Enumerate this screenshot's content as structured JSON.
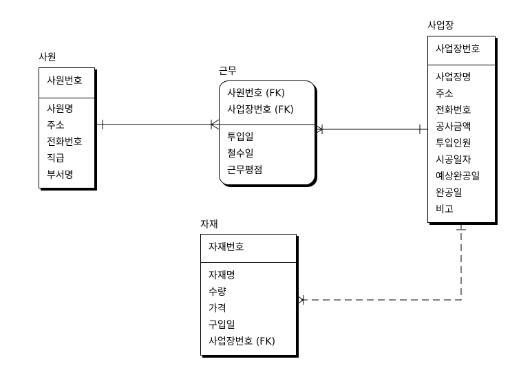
{
  "entities": {
    "employee": {
      "title": "사원",
      "pk": [
        "사원번호"
      ],
      "attrs": [
        "사원명",
        "주소",
        "전화번호",
        "직급",
        "부서명"
      ]
    },
    "work": {
      "title": "근무",
      "pk": [
        "사원번호 (FK)",
        "사업장번호 (FK)"
      ],
      "attrs": [
        "투입일",
        "철수일",
        "근무평점"
      ]
    },
    "site": {
      "title": "사업장",
      "pk": [
        "사업장번호"
      ],
      "attrs": [
        "사업장명",
        "주소",
        "전화번호",
        "공사금액",
        "투입인원",
        "시공일자",
        "예상완공일",
        "완공일",
        "비고"
      ]
    },
    "material": {
      "title": "자재",
      "pk": [
        "자재번호"
      ],
      "attrs": [
        "자재명",
        "수량",
        "가격",
        "구입일",
        "사업장번호 (FK)"
      ]
    }
  }
}
